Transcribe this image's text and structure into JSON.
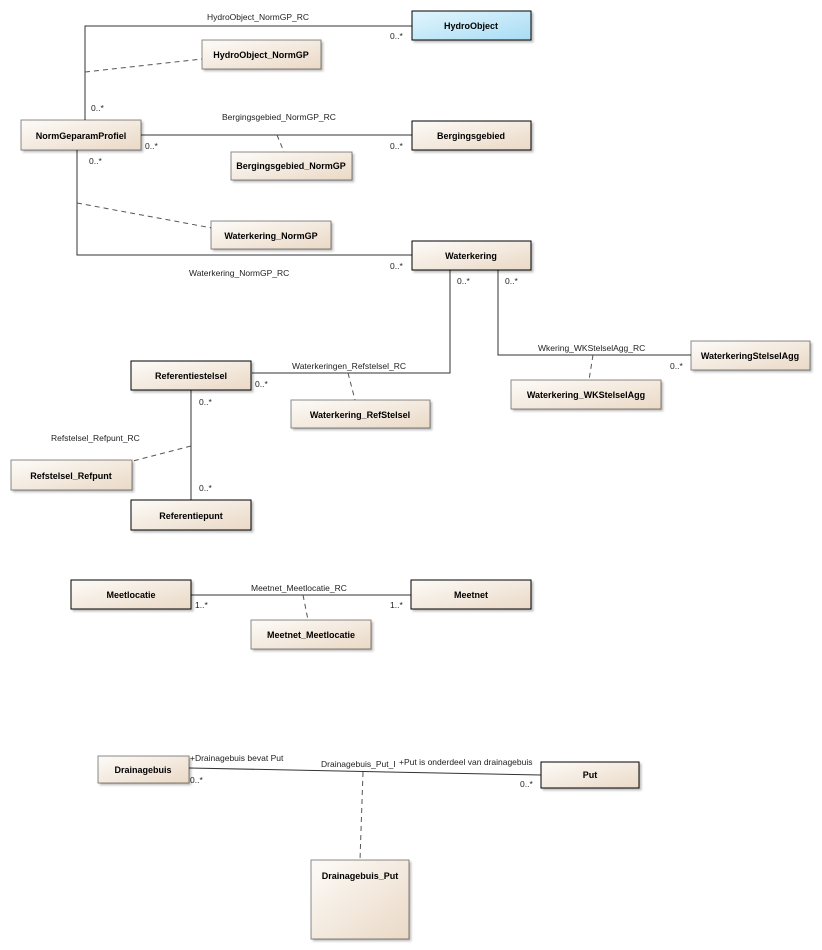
{
  "classes": {
    "hydroobject": "HydroObject",
    "hydroobject_normgp": "HydroObject_NormGP",
    "normgeparamprofiel": "NormGeparamProfiel",
    "bergingsgebied": "Bergingsgebied",
    "bergingsgebied_normgp": "Bergingsgebied_NormGP",
    "waterkering_normgp": "Waterkering_NormGP",
    "waterkering": "Waterkering",
    "referentiestelsel": "Referentiestelsel",
    "waterkering_refstelsel": "Waterkering_RefStelsel",
    "waterkeringstelselagg": "WaterkeringStelselAgg",
    "waterkering_wkstelselagg": "Waterkering_WKStelselAgg",
    "refstelsel_refpunt": "Refstelsel_Refpunt",
    "referentiepunt": "Referentiepunt",
    "meetlocatie": "Meetlocatie",
    "meetnet": "Meetnet",
    "meetnet_meetlocatie": "Meetnet_Meetlocatie",
    "drainagebuis": "Drainagebuis",
    "put": "Put",
    "drainagebuis_put": "Drainagebuis_Put"
  },
  "associations": {
    "hydroobject_normgp_rc": "HydroObject_NormGP_RC",
    "bergingsgebied_normgp_rc": "Bergingsgebied_NormGP_RC",
    "waterkering_normgp_rc": "Waterkering_NormGP_RC",
    "waterkeringen_refstelsel_rc": "Waterkeringen_Refstelsel_RC",
    "wkering_wkstelselagg_rc": "Wkering_WKStelselAgg_RC",
    "refstelsel_refpunt_rc": "Refstelsel_Refpunt_RC",
    "meetnet_meetlocatie_rc": "Meetnet_Meetlocatie_RC",
    "drainagebuis_put_rc": "Drainagebuis_Put_I"
  },
  "roles": {
    "drainagebuis_bevat_put": "+Drainagebuis bevat Put",
    "put_onderdeel": "+Put is onderdeel van drainagebuis"
  },
  "multiplicities": {
    "m_hydro": "0..*",
    "m_ngp_hydro": "0..*",
    "m_ngp_berg": "0..*",
    "m_berg": "0..*",
    "m_ngp_wk": "0..*",
    "m_wk_ngp": "0..*",
    "m_wk_ref": "0..*",
    "m_wk_agg": "0..*",
    "m_agg": "0..*",
    "m_ref_wk": "0..*",
    "m_ref_refpunt": "0..*",
    "m_refpunt": "0..*",
    "m_meetloc": "1..*",
    "m_meetnet": "1..*",
    "m_drain": "0..*",
    "m_put": "0..*"
  },
  "colors": {
    "highlight_fill": "#c8eafa",
    "box_fill_start": "#fdfbf8",
    "box_fill_end": "#ecdccb",
    "line": "#333333"
  }
}
